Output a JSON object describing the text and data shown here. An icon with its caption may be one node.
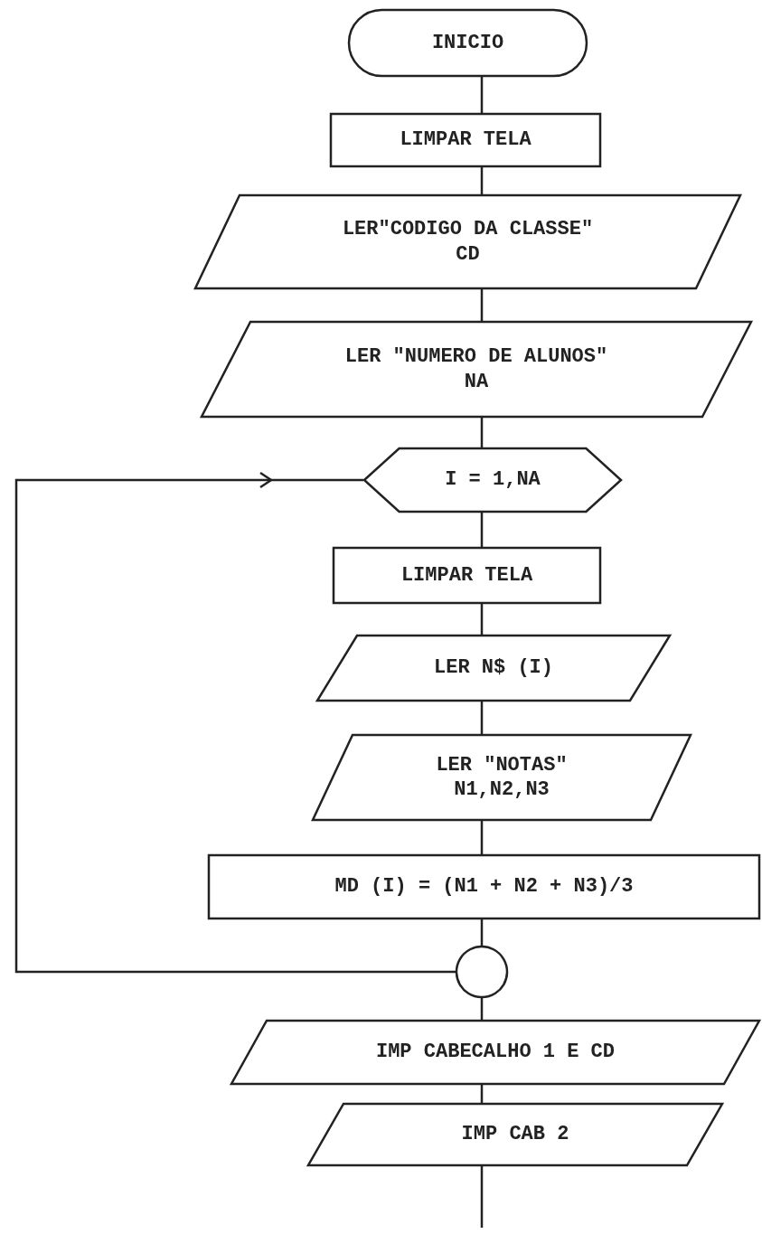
{
  "diagram": {
    "nodes": [
      {
        "text": [
          "INICIO"
        ]
      },
      {
        "text": [
          "LIMPAR TELA"
        ]
      },
      {
        "text": [
          "LER\"CODIGO DA CLASSE\"",
          "CD"
        ]
      },
      {
        "text": [
          "LER \"NUMERO DE ALUNOS\"",
          "NA"
        ]
      },
      {
        "text": [
          "I = 1,NA"
        ]
      },
      {
        "text": [
          "LIMPAR TELA"
        ]
      },
      {
        "text": [
          "LER N$ (I)"
        ]
      },
      {
        "text": [
          "LER \"NOTAS\"",
          "N1,N2,N3"
        ]
      },
      {
        "text": [
          "MD (I) = (N1 + N2 + N3)/3"
        ]
      },
      {
        "text": [],
        "shape": "circle"
      },
      {
        "text": [
          "IMP CABECALHO 1 E CD"
        ]
      },
      {
        "text": [
          "IMP CAB 2"
        ]
      }
    ],
    "edges": [
      {
        "from": 0,
        "to": 1,
        "arrow": "none"
      },
      {
        "from": 1,
        "to": 2,
        "arrow": "none"
      },
      {
        "from": 2,
        "to": 3,
        "arrow": "none"
      },
      {
        "from": 3,
        "to": 4,
        "arrow": "none"
      },
      {
        "from": 4,
        "to": 5,
        "arrow": "none"
      },
      {
        "from": 5,
        "to": 6,
        "arrow": "none"
      },
      {
        "from": 6,
        "to": 7,
        "arrow": "none"
      },
      {
        "from": 7,
        "to": 8,
        "arrow": "none"
      },
      {
        "from": 8,
        "to": 9,
        "arrow": "none"
      },
      {
        "from": 9,
        "to": 4,
        "arrow": "to"
      },
      {
        "from": 9,
        "to": 10,
        "arrow": "none"
      },
      {
        "from": 10,
        "to": 11,
        "arrow": "none"
      },
      {
        "from": 11,
        "to": null,
        "arrow": "none"
      }
    ]
  }
}
